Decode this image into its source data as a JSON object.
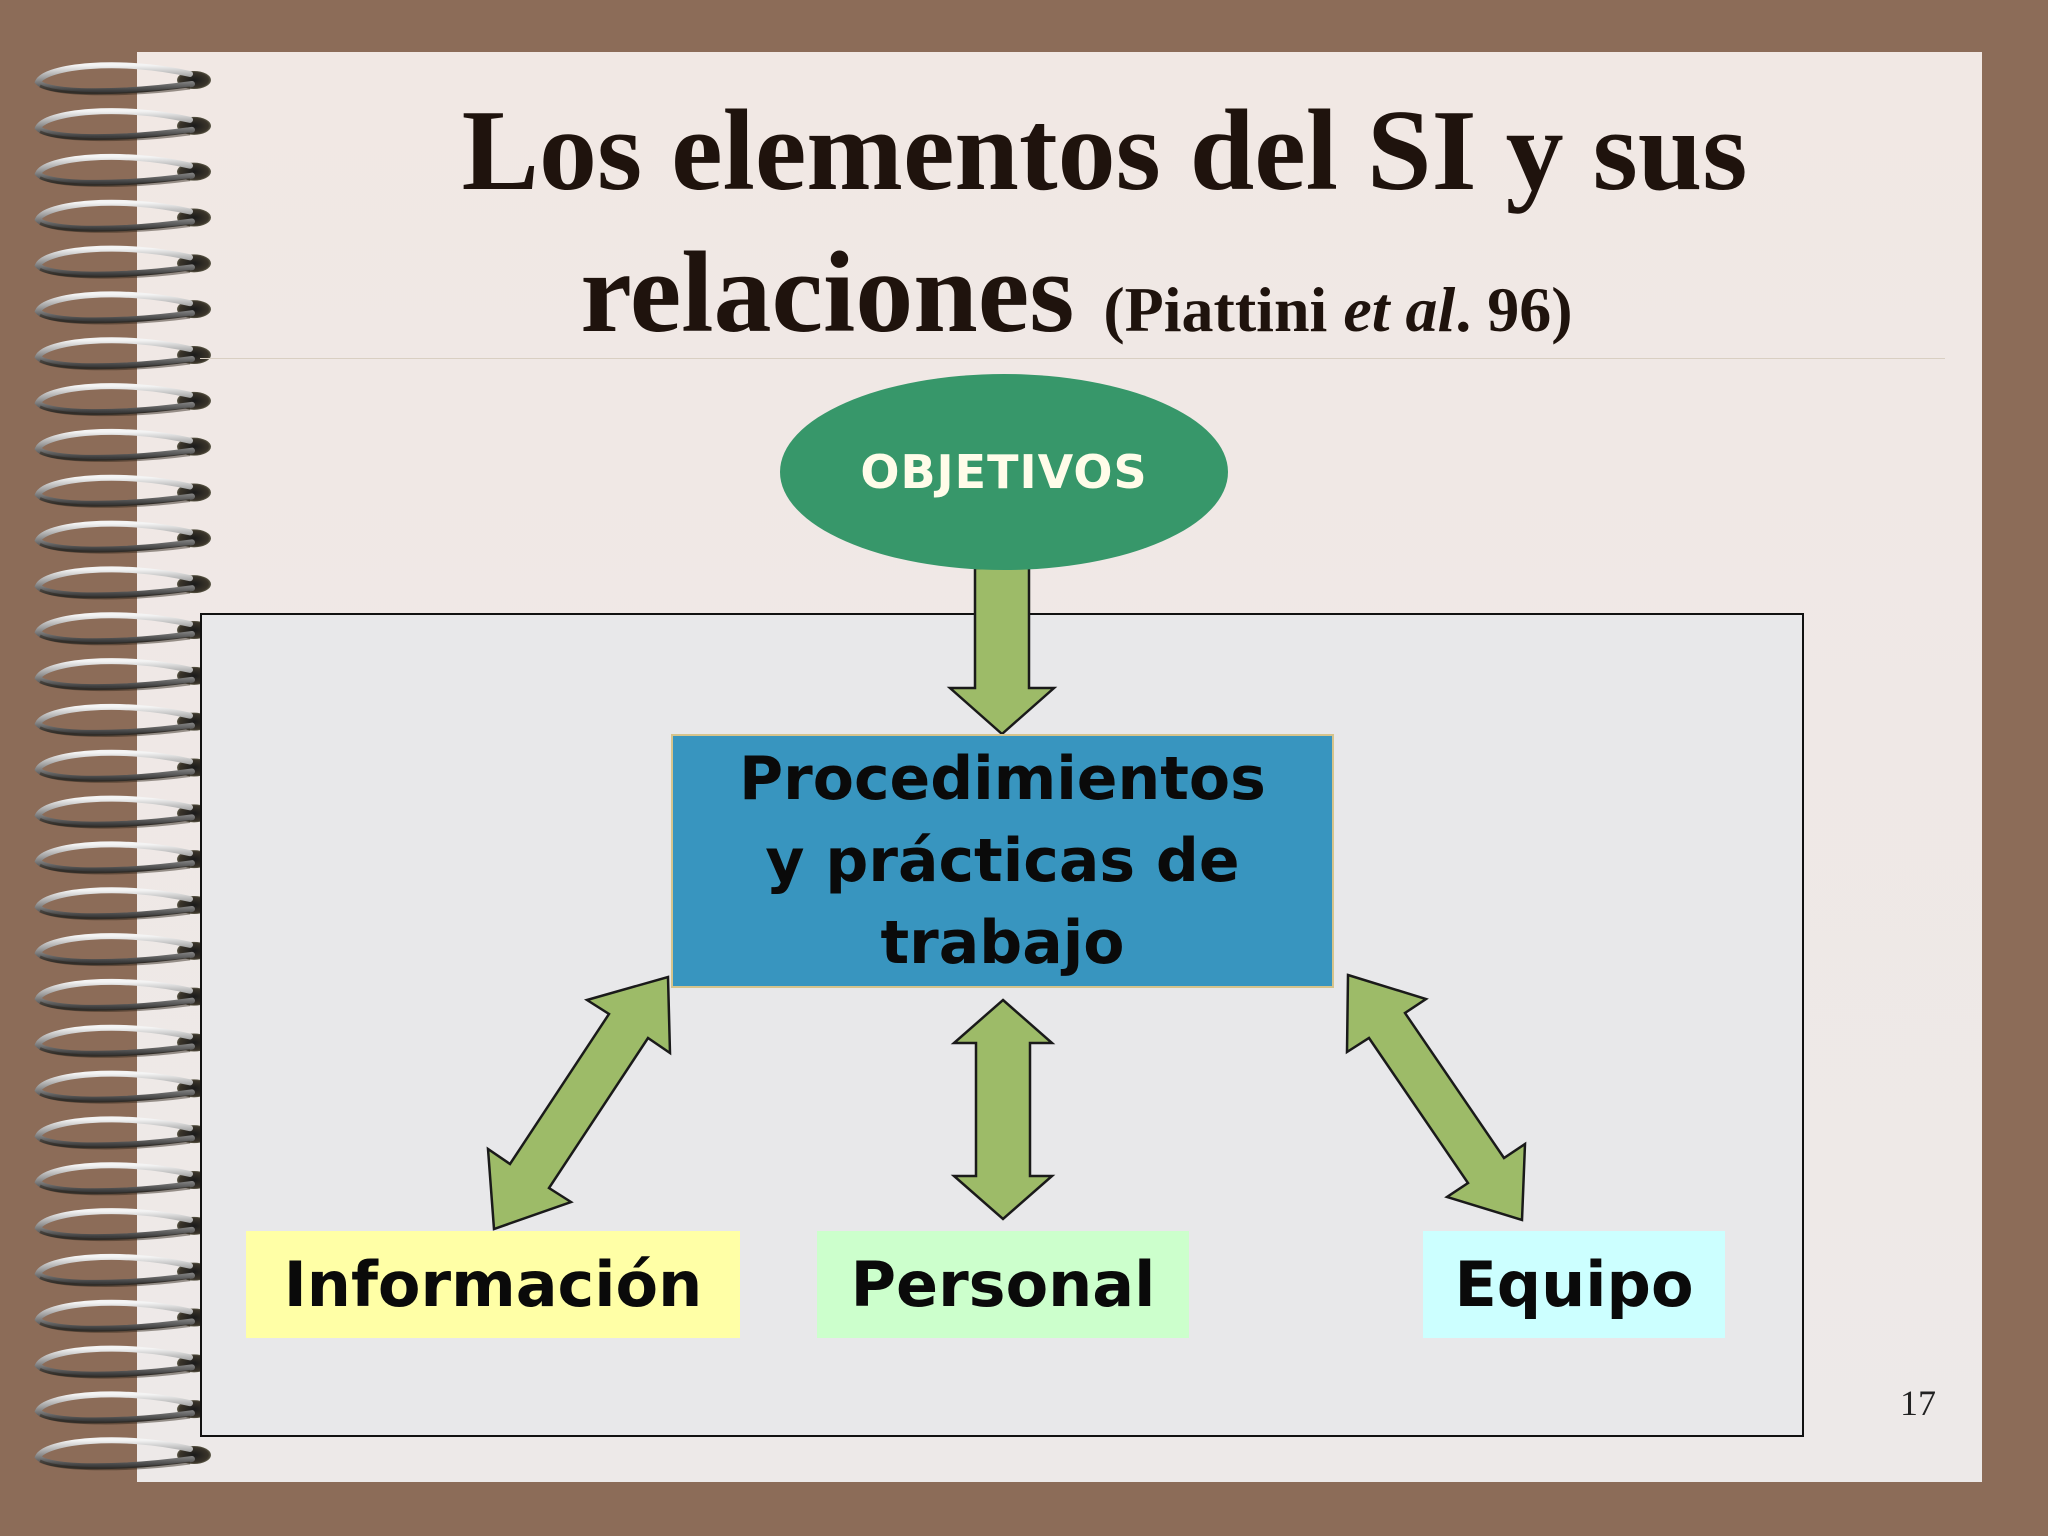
{
  "slide": {
    "title_line1": "Los elementos del SI y sus",
    "title_line2": "relaciones",
    "citation_open": "(Piattini ",
    "citation_italic": "et al",
    "citation_close": ". 96)",
    "page_number": "17"
  },
  "diagram": {
    "top_node": "OBJETIVOS",
    "center_node": "Procedimientos\ny prácticas de\ntrabajo",
    "bottom_nodes": {
      "left": "Información",
      "middle": "Personal",
      "right": "Equipo"
    }
  },
  "colors": {
    "background": "#8c6c58",
    "objetivos": "#37976a",
    "procedimientos": "#3895bf",
    "informacion": "#ffffa6",
    "personal": "#ccffcc",
    "equipo": "#ccffff",
    "arrow_fill": "#9dbb68"
  }
}
